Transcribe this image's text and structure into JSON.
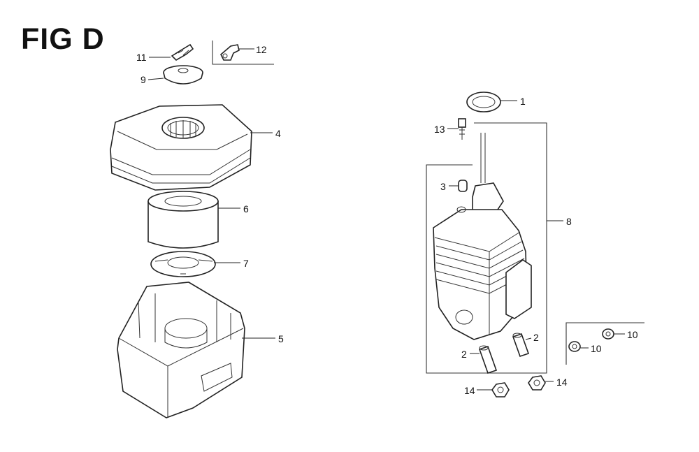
{
  "figure": {
    "title": "FIG D"
  },
  "callouts": [
    {
      "id": "c11",
      "text": "11"
    },
    {
      "id": "c12",
      "text": "12"
    },
    {
      "id": "c9",
      "text": "9"
    },
    {
      "id": "c4",
      "text": "4"
    },
    {
      "id": "c6",
      "text": "6"
    },
    {
      "id": "c7",
      "text": "7"
    },
    {
      "id": "c5",
      "text": "5"
    },
    {
      "id": "c1",
      "text": "1"
    },
    {
      "id": "c13",
      "text": "13"
    },
    {
      "id": "c3",
      "text": "3"
    },
    {
      "id": "c8",
      "text": "8"
    },
    {
      "id": "c2a",
      "text": "2"
    },
    {
      "id": "c2b",
      "text": "2"
    },
    {
      "id": "c10a",
      "text": "10"
    },
    {
      "id": "c10b",
      "text": "10"
    },
    {
      "id": "c14a",
      "text": "14"
    },
    {
      "id": "c14b",
      "text": "14"
    }
  ]
}
